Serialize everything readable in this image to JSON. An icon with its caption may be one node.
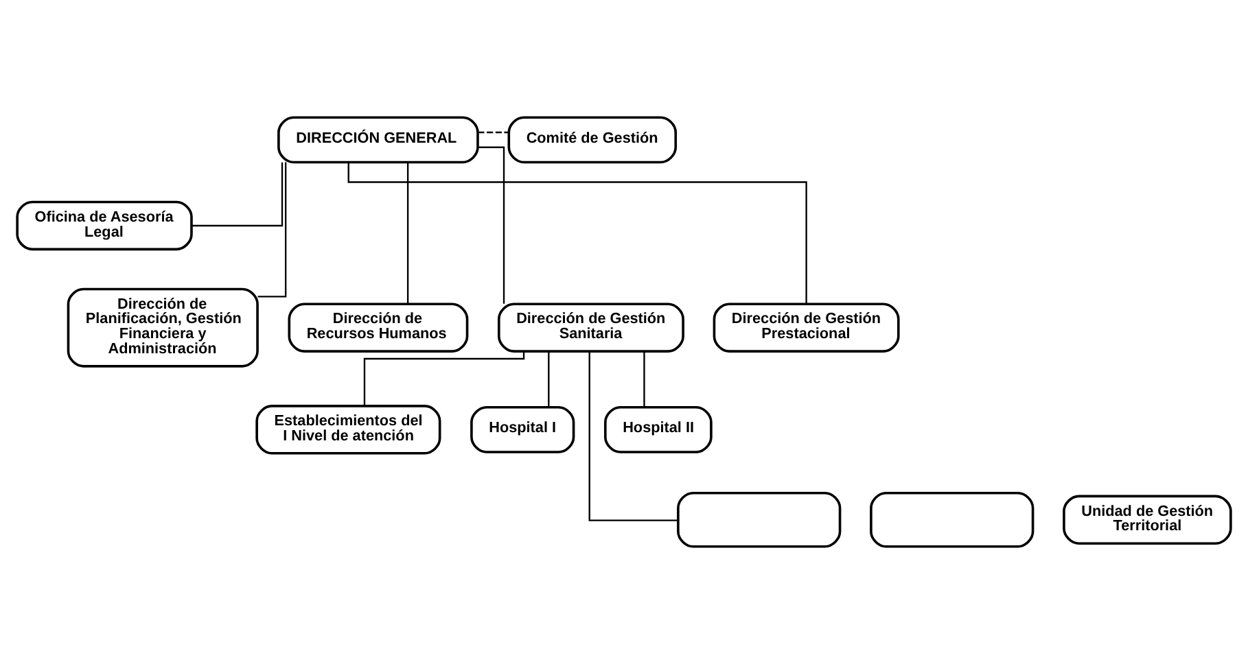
{
  "diagram": {
    "nodes": [
      {
        "text": [
          "DIRECCIÓN GENERAL"
        ]
      },
      {
        "text": [
          "Comité de Gestión"
        ]
      },
      {
        "text": [
          "Oficina de Asesoría Legal"
        ]
      },
      {
        "text": [
          "Dirección de Planificación, Gestión Financiera y Administración"
        ]
      },
      {
        "text": [
          "Dirección de Recursos Humanos"
        ]
      },
      {
        "text": [
          "Dirección de Gestión Sanitaria"
        ]
      },
      {
        "text": [
          "Dirección de Gestión Prestacional"
        ]
      },
      {
        "text": [
          "Establecimientos del I Nivel de atención"
        ]
      },
      {
        "text": [
          "Hospital I"
        ]
      },
      {
        "text": [
          "Hospital II"
        ]
      },
      {
        "text": [],
        "shape": "box"
      },
      {
        "text": [],
        "shape": "box"
      },
      {
        "text": [
          "Unidad de Gestión Territorial"
        ]
      }
    ],
    "edges": [
      {
        "from": 0,
        "to": 1,
        "arrow": "none",
        "style": "dashed"
      },
      {
        "from": 0,
        "to": 2,
        "arrow": "none"
      },
      {
        "from": 0,
        "to": 3,
        "arrow": "none"
      },
      {
        "from": 0,
        "to": 4,
        "arrow": "none"
      },
      {
        "from": 0,
        "to": 5,
        "arrow": "none"
      },
      {
        "from": 0,
        "to": 6,
        "arrow": "none"
      },
      {
        "from": 5,
        "to": 7,
        "arrow": "none"
      },
      {
        "from": 5,
        "to": 8,
        "arrow": "none"
      },
      {
        "from": 5,
        "to": 9,
        "arrow": "none"
      },
      {
        "from": 5,
        "to": 10,
        "arrow": "none"
      }
    ]
  }
}
